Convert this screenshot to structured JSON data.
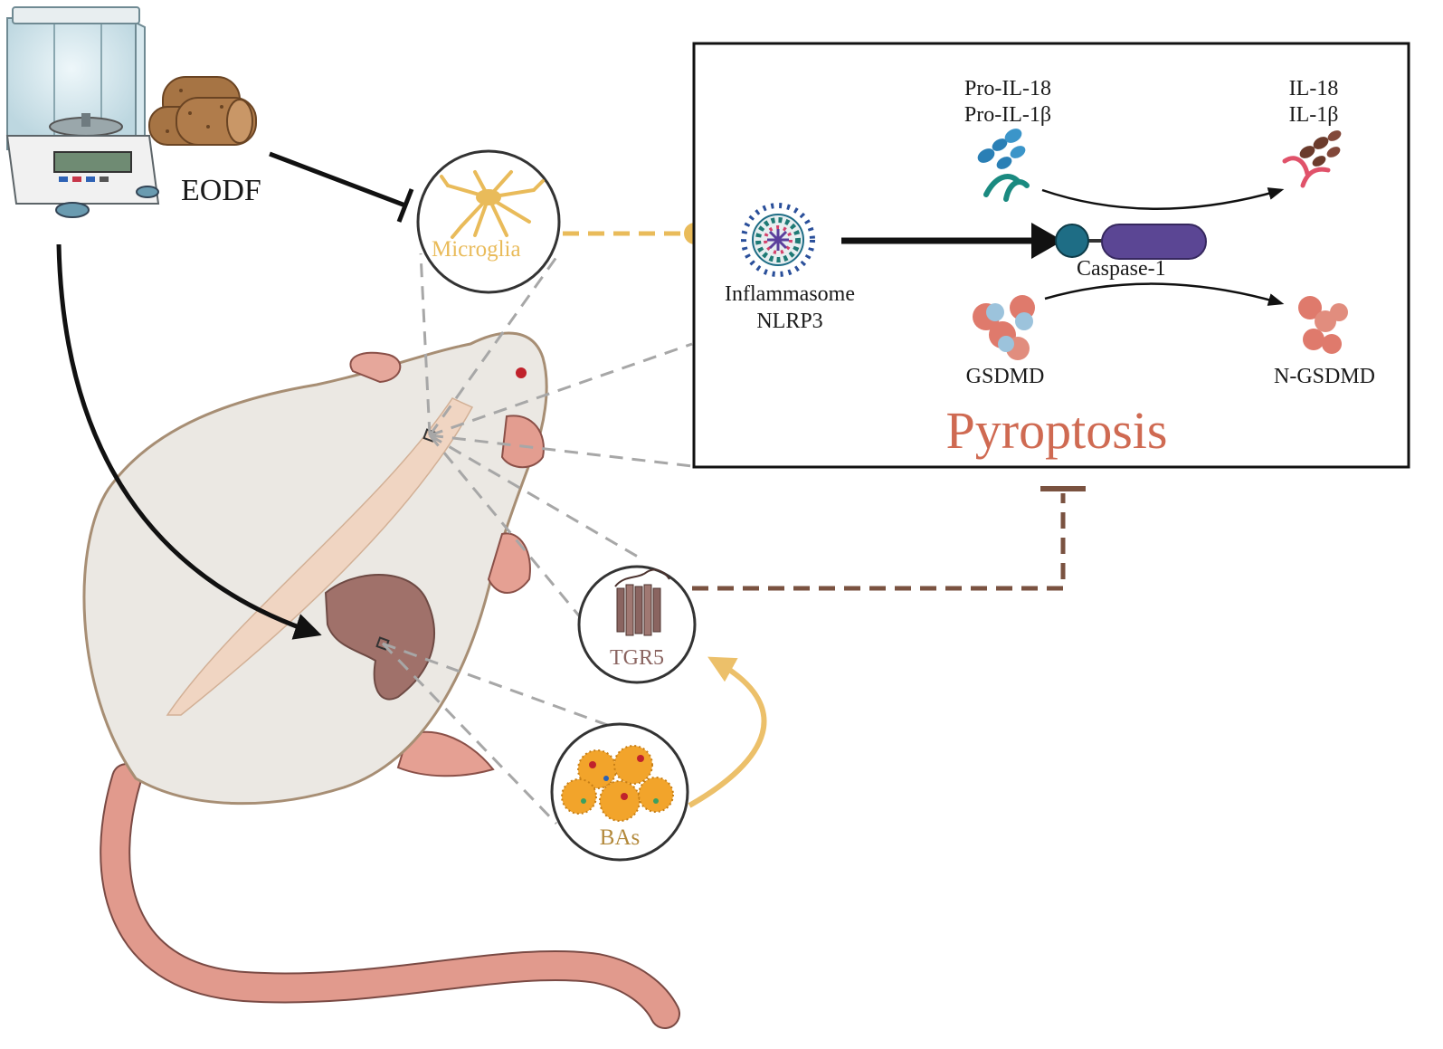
{
  "labels": {
    "eodf": "EODF",
    "microglia": "Microglia",
    "tgr5": "TGR5",
    "bas": "BAs",
    "pro_il18": "Pro-IL-18",
    "pro_il1b": "Pro-IL-1β",
    "il18": "IL-18",
    "il1b": "IL-1β",
    "inflammasome": "Inflammasome",
    "nlrp3": "NLRP3",
    "caspase1": "Caspase-1",
    "gsdmd": "GSDMD",
    "n_gsdmd": "N-GSDMD",
    "pyroptosis": "Pyroptosis"
  },
  "colors": {
    "microglia": "#e9bb5a",
    "pyroptosis": "#cf6a52",
    "tgr5": "#8a6460",
    "bas": "#b3893b",
    "inhibition_brown": "#7a5240",
    "caspase_purple": "#5b4694",
    "caspase_teal": "#1e6d85",
    "bile_orange": "#f2a42b"
  }
}
